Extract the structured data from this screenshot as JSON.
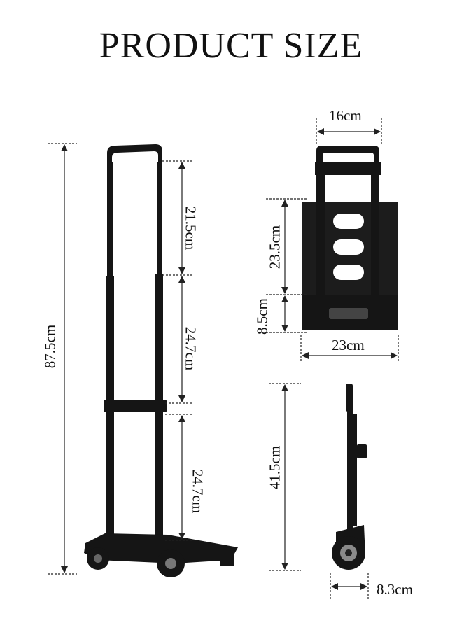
{
  "title": "PRODUCT SIZE",
  "dimensions": {
    "total_height": "87.5cm",
    "handle_section_top": "21.5cm",
    "handle_section_mid": "24.7cm",
    "handle_section_low": "24.7cm",
    "width_top": "16cm",
    "plate_height": "23.5cm",
    "base_height": "8.5cm",
    "base_width": "23cm",
    "folded_height": "41.5cm",
    "folded_depth": "8.3cm"
  },
  "colors": {
    "product": "#111111",
    "dimension_line": "#222222"
  }
}
